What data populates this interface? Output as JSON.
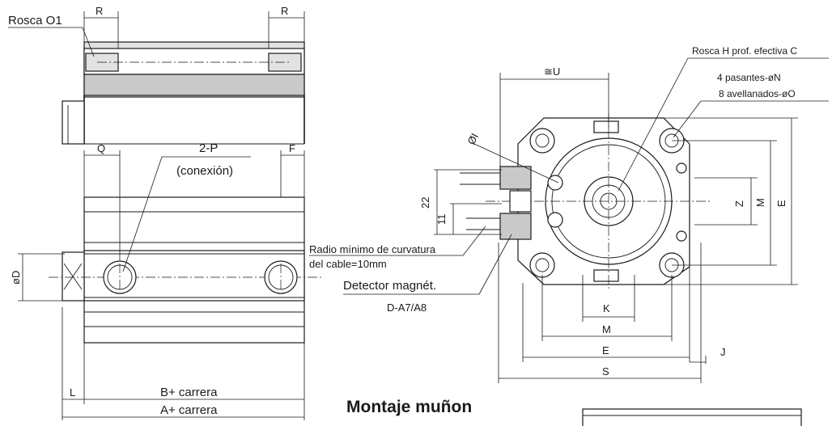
{
  "labels": {
    "rosca_o1": "Rosca O1",
    "r_left": "R",
    "r_right": "R",
    "q": "Q",
    "two_p": "2-P",
    "conexion": "(conexión)",
    "f": "F",
    "od": "øD",
    "radio_1": "Radio mínimo de curvatura",
    "radio_2": "del cable=10mm",
    "detector": "Detector magnét.",
    "detector_model": "D-A7/A8",
    "l": "L",
    "b_carrera": "B+ carrera",
    "a_carrera": "A+ carrera",
    "u": "≅U",
    "oi": "ØI",
    "dim_22": "22",
    "dim_11": "11",
    "rosca_h": "Rosca H prof. efectiva C",
    "pasantes": "4 pasantes-øN",
    "avellanados": "8 avellanados-øO",
    "z": "Z",
    "m_vert": "M",
    "e_vert": "E",
    "k": "K",
    "m_horiz": "M",
    "e_horiz": "E",
    "j": "J",
    "s": "S"
  },
  "section_title": "Montaje muñon"
}
